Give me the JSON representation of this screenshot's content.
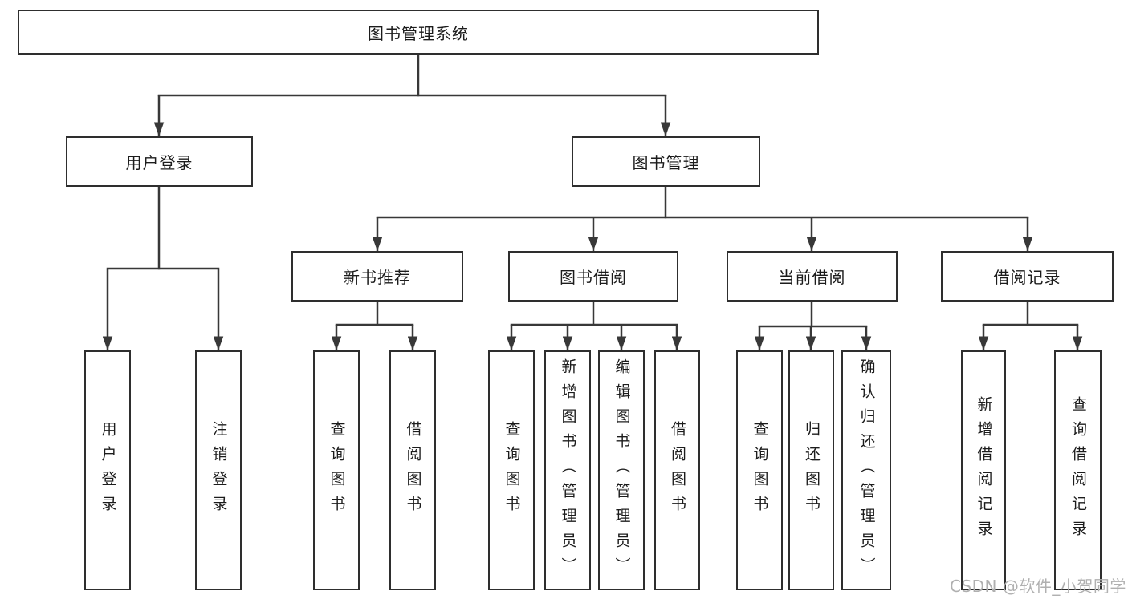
{
  "tree": {
    "root": {
      "label": "图书管理系统",
      "children": [
        {
          "label": "用户登录",
          "children": [
            {
              "label": "用户登录"
            },
            {
              "label": "注销登录"
            }
          ]
        },
        {
          "label": "图书管理",
          "children": [
            {
              "label": "新书推荐",
              "children": [
                {
                  "label": "查询图书"
                },
                {
                  "label": "借阅图书"
                }
              ]
            },
            {
              "label": "图书借阅",
              "children": [
                {
                  "label": "查询图书"
                },
                {
                  "label": "新增图书（管理员）"
                },
                {
                  "label": "编辑图书（管理员）"
                },
                {
                  "label": "借阅图书"
                }
              ]
            },
            {
              "label": "当前借阅",
              "children": [
                {
                  "label": "查询图书"
                },
                {
                  "label": "归还图书"
                },
                {
                  "label": "确认归还（管理员）"
                }
              ]
            },
            {
              "label": "借阅记录",
              "children": [
                {
                  "label": "新增借阅记录"
                },
                {
                  "label": "查询借阅记录"
                }
              ]
            }
          ]
        }
      ]
    }
  },
  "watermark": {
    "text": "CSDN @软件_小贺同学"
  },
  "colors": {
    "background": "#ffffff",
    "line": "#383838",
    "box_border": "#2e2e2e",
    "text": "#1c1c1c",
    "watermark": "#b0b0b0"
  }
}
